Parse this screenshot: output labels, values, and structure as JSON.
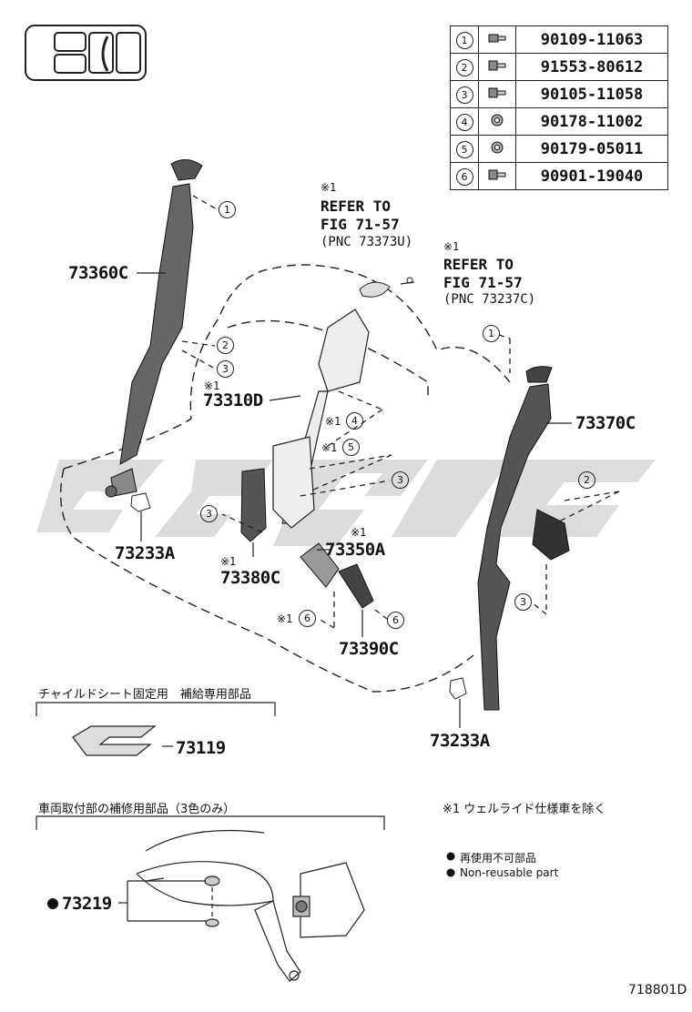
{
  "fasteners": [
    {
      "num": "1",
      "part": "90109-11063"
    },
    {
      "num": "2",
      "part": "91553-80612"
    },
    {
      "num": "3",
      "part": "90105-11058"
    },
    {
      "num": "4",
      "part": "90178-11002"
    },
    {
      "num": "5",
      "part": "90179-05011"
    },
    {
      "num": "6",
      "part": "90901-19040"
    }
  ],
  "callouts": {
    "p73360C": "73360C",
    "p73310D": "73310D",
    "p73370C": "73370C",
    "p73233A_left": "73233A",
    "p73233A_right": "73233A",
    "p73380C": "73380C",
    "p73350A": "73350A",
    "p73390C": "73390C",
    "p73119": "73119",
    "p73219": "73219"
  },
  "notes": {
    "mark": "※1",
    "ref1_line1": "REFER TO",
    "ref1_line2": "FIG 71-57",
    "ref1_line3": "(PNC 73373U)",
    "ref2_line1": "REFER TO",
    "ref2_line2": "FIG 71-57",
    "ref2_line3": "(PNC 73237C)"
  },
  "sections": {
    "child_seat": "チャイルドシート固定用　補給専用部品",
    "body_mount": "車両取付部の補修用部品（3色のみ）",
    "footnote": "※1  ウェルライド仕様車を除く",
    "legend_jp": "再使用不可部品",
    "legend_en": "Non-reusable part"
  },
  "diagram_id": "718801D",
  "circle_labels": {
    "one": "1",
    "two": "2",
    "three": "3",
    "four": "4",
    "five": "5",
    "six": "6"
  }
}
